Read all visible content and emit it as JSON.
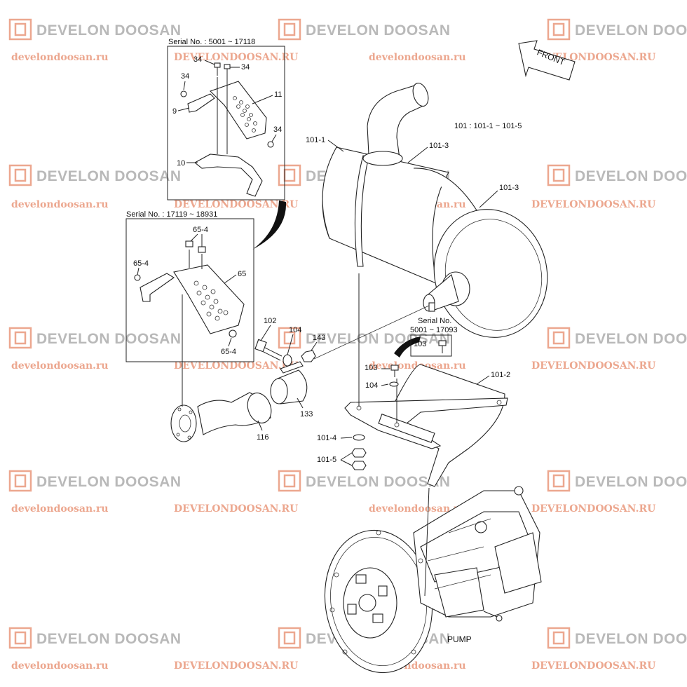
{
  "watermark": {
    "logo_text": "DEVELON DOOSAN",
    "url_lower": "develondoosan.ru",
    "url_upper": "DEVELONDOOSAN.RU"
  },
  "front_arrow": {
    "label": "FRONT"
  },
  "inset_top": {
    "title": "Serial No. : 5001 ~ 17118"
  },
  "inset_mid": {
    "title": "Serial No. : 17119 ~ 18931"
  },
  "inset_small": {
    "title_line1": "Serial No.",
    "title_line2": "5001 ~ 17093",
    "part": "103"
  },
  "assembly_note": "101 : 101-1 ~ 101-5",
  "pump_label": "PUMP",
  "callouts": {
    "c34a": "34",
    "c34b": "34",
    "c34c": "34",
    "c34d": "34",
    "c9": "9",
    "c10": "10",
    "c11": "11",
    "c654a": "65-4",
    "c654b": "65-4",
    "c654c": "65-4",
    "c65": "65",
    "c1011": "101-1",
    "c1013a": "101-3",
    "c1013b": "101-3",
    "c102": "102",
    "c104a": "104",
    "c143": "143",
    "c103": "103",
    "c104b": "104",
    "c1012": "101-2",
    "c133": "133",
    "c116": "116",
    "c1014": "101-4",
    "c1015": "101-5"
  }
}
